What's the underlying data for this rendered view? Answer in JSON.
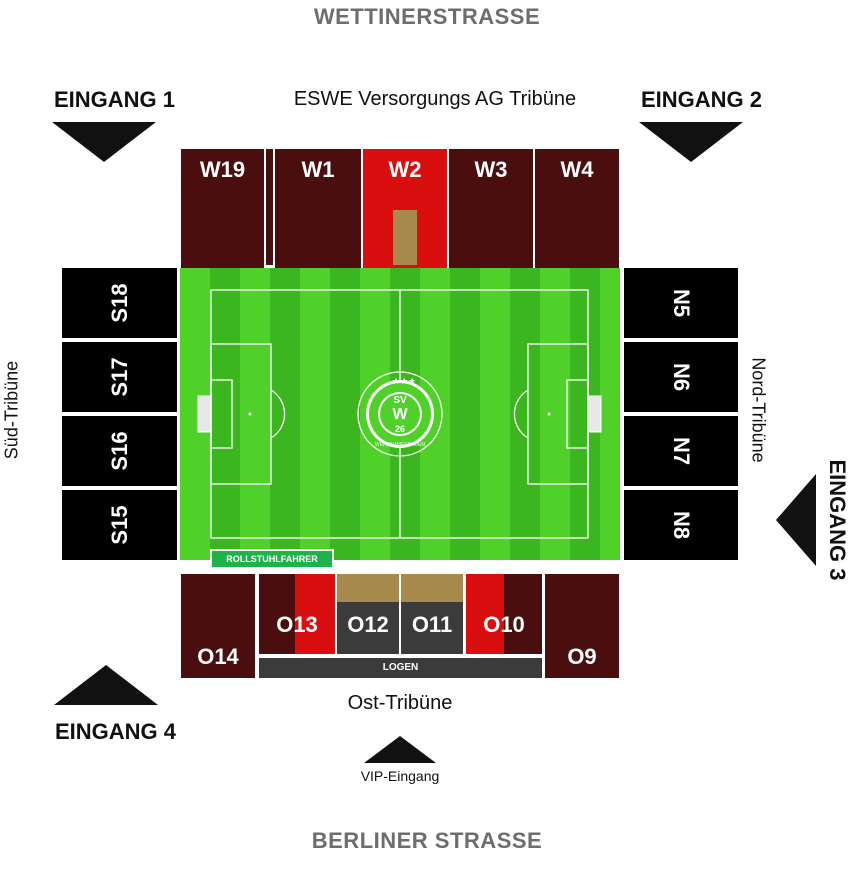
{
  "streets": {
    "top": "WETTINERSTRASSE",
    "bottom": "BERLINER STRASSE"
  },
  "entrances": {
    "e1": "EINGANG 1",
    "e2": "EINGANG 2",
    "e3": "EINGANG 3",
    "e4": "EINGANG 4",
    "vip": "VIP-Eingang"
  },
  "stands": {
    "west": "ESWE Versorgungs AG Tribüne",
    "south": "Süd-Tribüne",
    "north": "Nord-Tribüne",
    "east": "Ost-Tribüne"
  },
  "blocks": {
    "w19": "W19",
    "w1": "W1",
    "w2": "W2",
    "w3": "W3",
    "w4": "W4",
    "s18": "S18",
    "s17": "S17",
    "s16": "S16",
    "s15": "S15",
    "n5": "N5",
    "n6": "N6",
    "n7": "N7",
    "n8": "N8",
    "o14": "O14",
    "o13": "O13",
    "o12": "O12",
    "o11": "O11",
    "o10": "O10",
    "o9": "O9"
  },
  "labels": {
    "wheelchair": "ROLLSTUHLFAHRER",
    "boxes": "LOGEN"
  },
  "logo": {
    "text": "SV",
    "number": "26",
    "ring_text": "WEHEN WIESBADEN"
  },
  "colors": {
    "pitch_light": "#4fd12a",
    "pitch_dark": "#3cb61e",
    "block_dark": "#4a0e0e",
    "block_red": "#d90f0f",
    "block_black": "#000000",
    "box_grey": "#3b3b3b",
    "gold": "#a88a4f",
    "wheelchair_green": "#1db34a",
    "street_grey": "#6d6d6d"
  }
}
